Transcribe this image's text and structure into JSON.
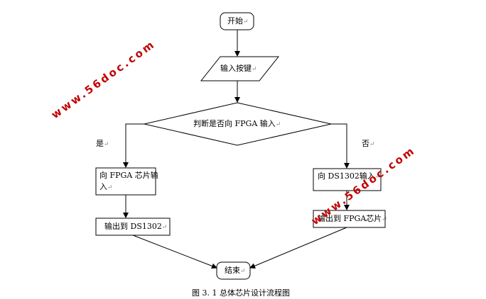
{
  "nodes": {
    "start": "开始",
    "input_keys": "输入按键",
    "decision": "判断是否向 FPGA 输入",
    "fpga_in_line1": "向 FPGA 芯片输",
    "fpga_in_line2": "入",
    "out_ds1302": "输出到 DS1302",
    "ds1302_in": "向 DS1302输入",
    "out_fpga": "输出到 FPGA芯片",
    "end": "结束"
  },
  "branches": {
    "yes": "是",
    "no": "否"
  },
  "paragraph_mark": "↵",
  "watermark": "www.56doc.com",
  "caption": "图 3. 1 总体芯片设计流程图"
}
